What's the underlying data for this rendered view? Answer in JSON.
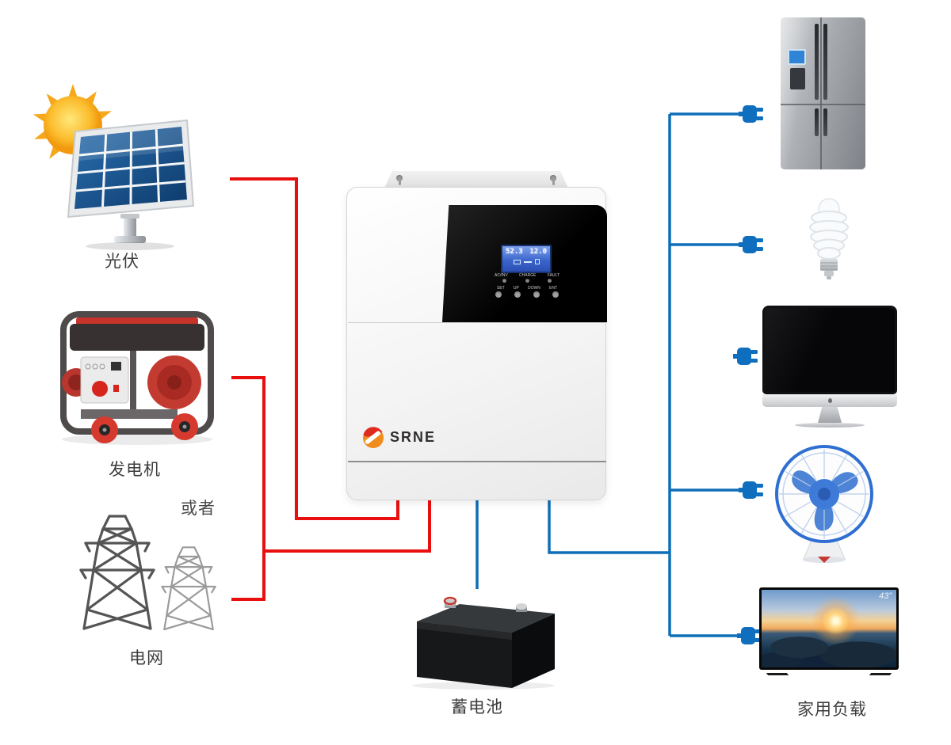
{
  "diagram": {
    "labels": {
      "pv": "光伏",
      "generator": "发电机",
      "or": "或者",
      "grid": "电网",
      "battery": "蓄电池",
      "household_loads": "家用负载"
    },
    "inverter": {
      "brand": "SRNE",
      "lcd": {
        "left_value": "52.3",
        "right_value": "12.0"
      },
      "status_leds": [
        "AC/INV",
        "CHARGE",
        "FAULT"
      ],
      "buttons": [
        "SET",
        "UP",
        "DOWN",
        "ENT"
      ]
    },
    "tv": {
      "size_badge": "43”"
    },
    "load_icons": [
      "refrigerator-icon",
      "cfl-bulb-icon",
      "computer-icon",
      "desk-fan-icon",
      "tv-icon"
    ],
    "colors": {
      "source_line": "#ea0f0f",
      "load_line": "#0e6eb8",
      "plug": "#0f6fbe",
      "brand_orange": "#ef8c1c",
      "brand_red": "#df2b1e",
      "lcd_blue": "#3c66cc"
    }
  }
}
